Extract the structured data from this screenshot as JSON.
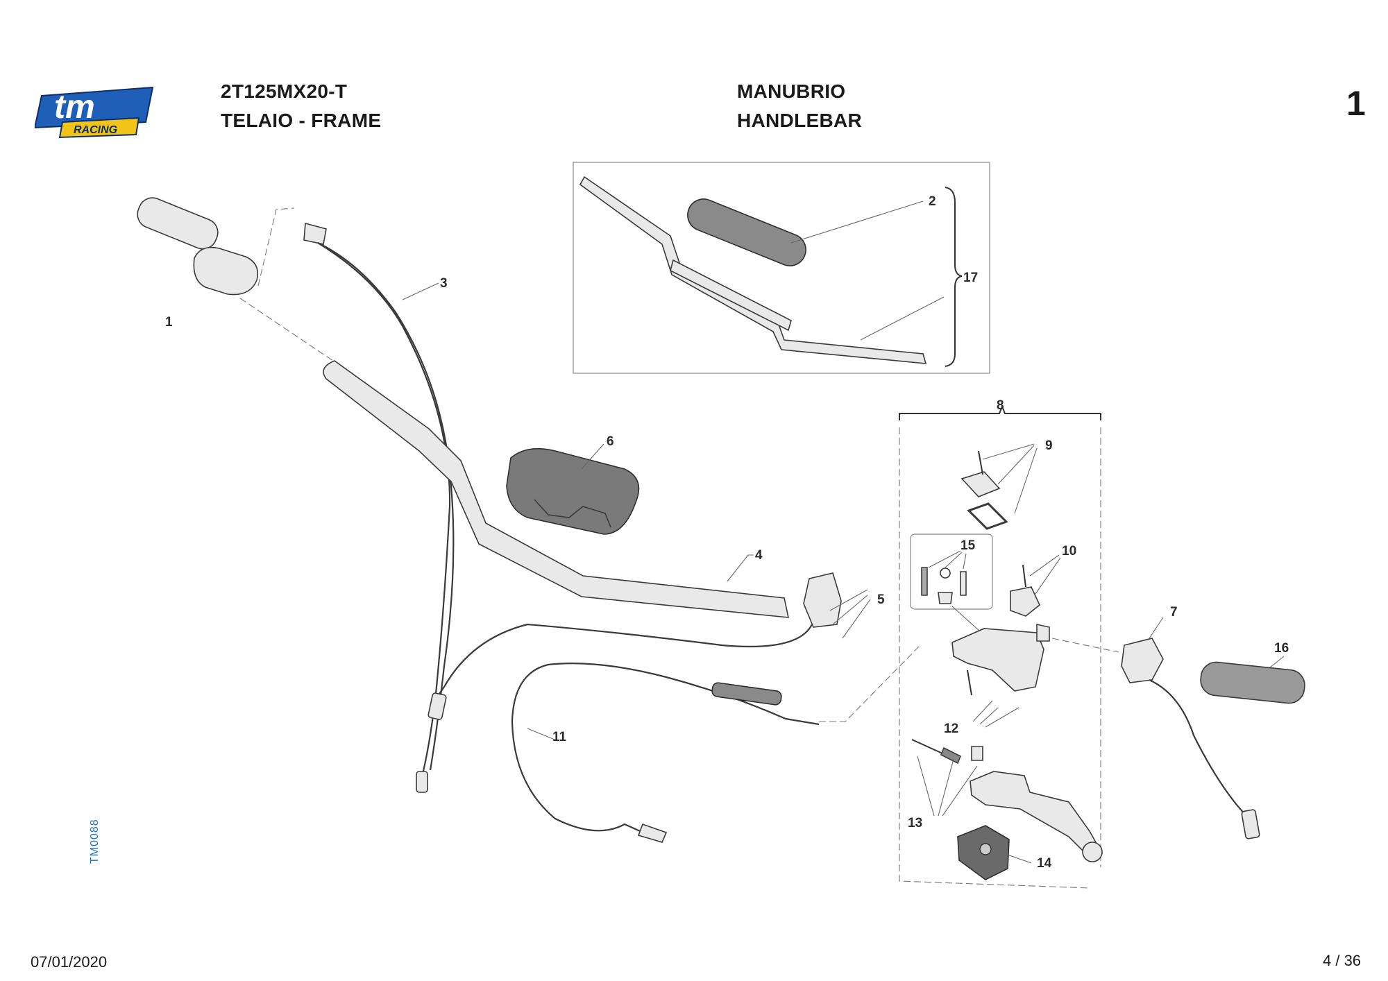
{
  "header": {
    "logo_text": "tm",
    "logo_subtext": "RACING",
    "model_code": "2T125MX20-T",
    "section": "TELAIO - FRAME",
    "group_it": "MANUBRIO",
    "group_en": "HANDLEBAR",
    "page_group_number": "1"
  },
  "diagram": {
    "drawing_code": "TM0088",
    "callouts": [
      "1",
      "2",
      "3",
      "4",
      "5",
      "6",
      "7",
      "8",
      "9",
      "10",
      "11",
      "12",
      "13",
      "14",
      "15",
      "16",
      "17"
    ]
  },
  "footer": {
    "date": "07/01/2020",
    "page": "4 / 36"
  },
  "colors": {
    "logo_blue": "#1f5fb8",
    "logo_yellow": "#f2c318",
    "code_blue": "#2a6fb0"
  }
}
